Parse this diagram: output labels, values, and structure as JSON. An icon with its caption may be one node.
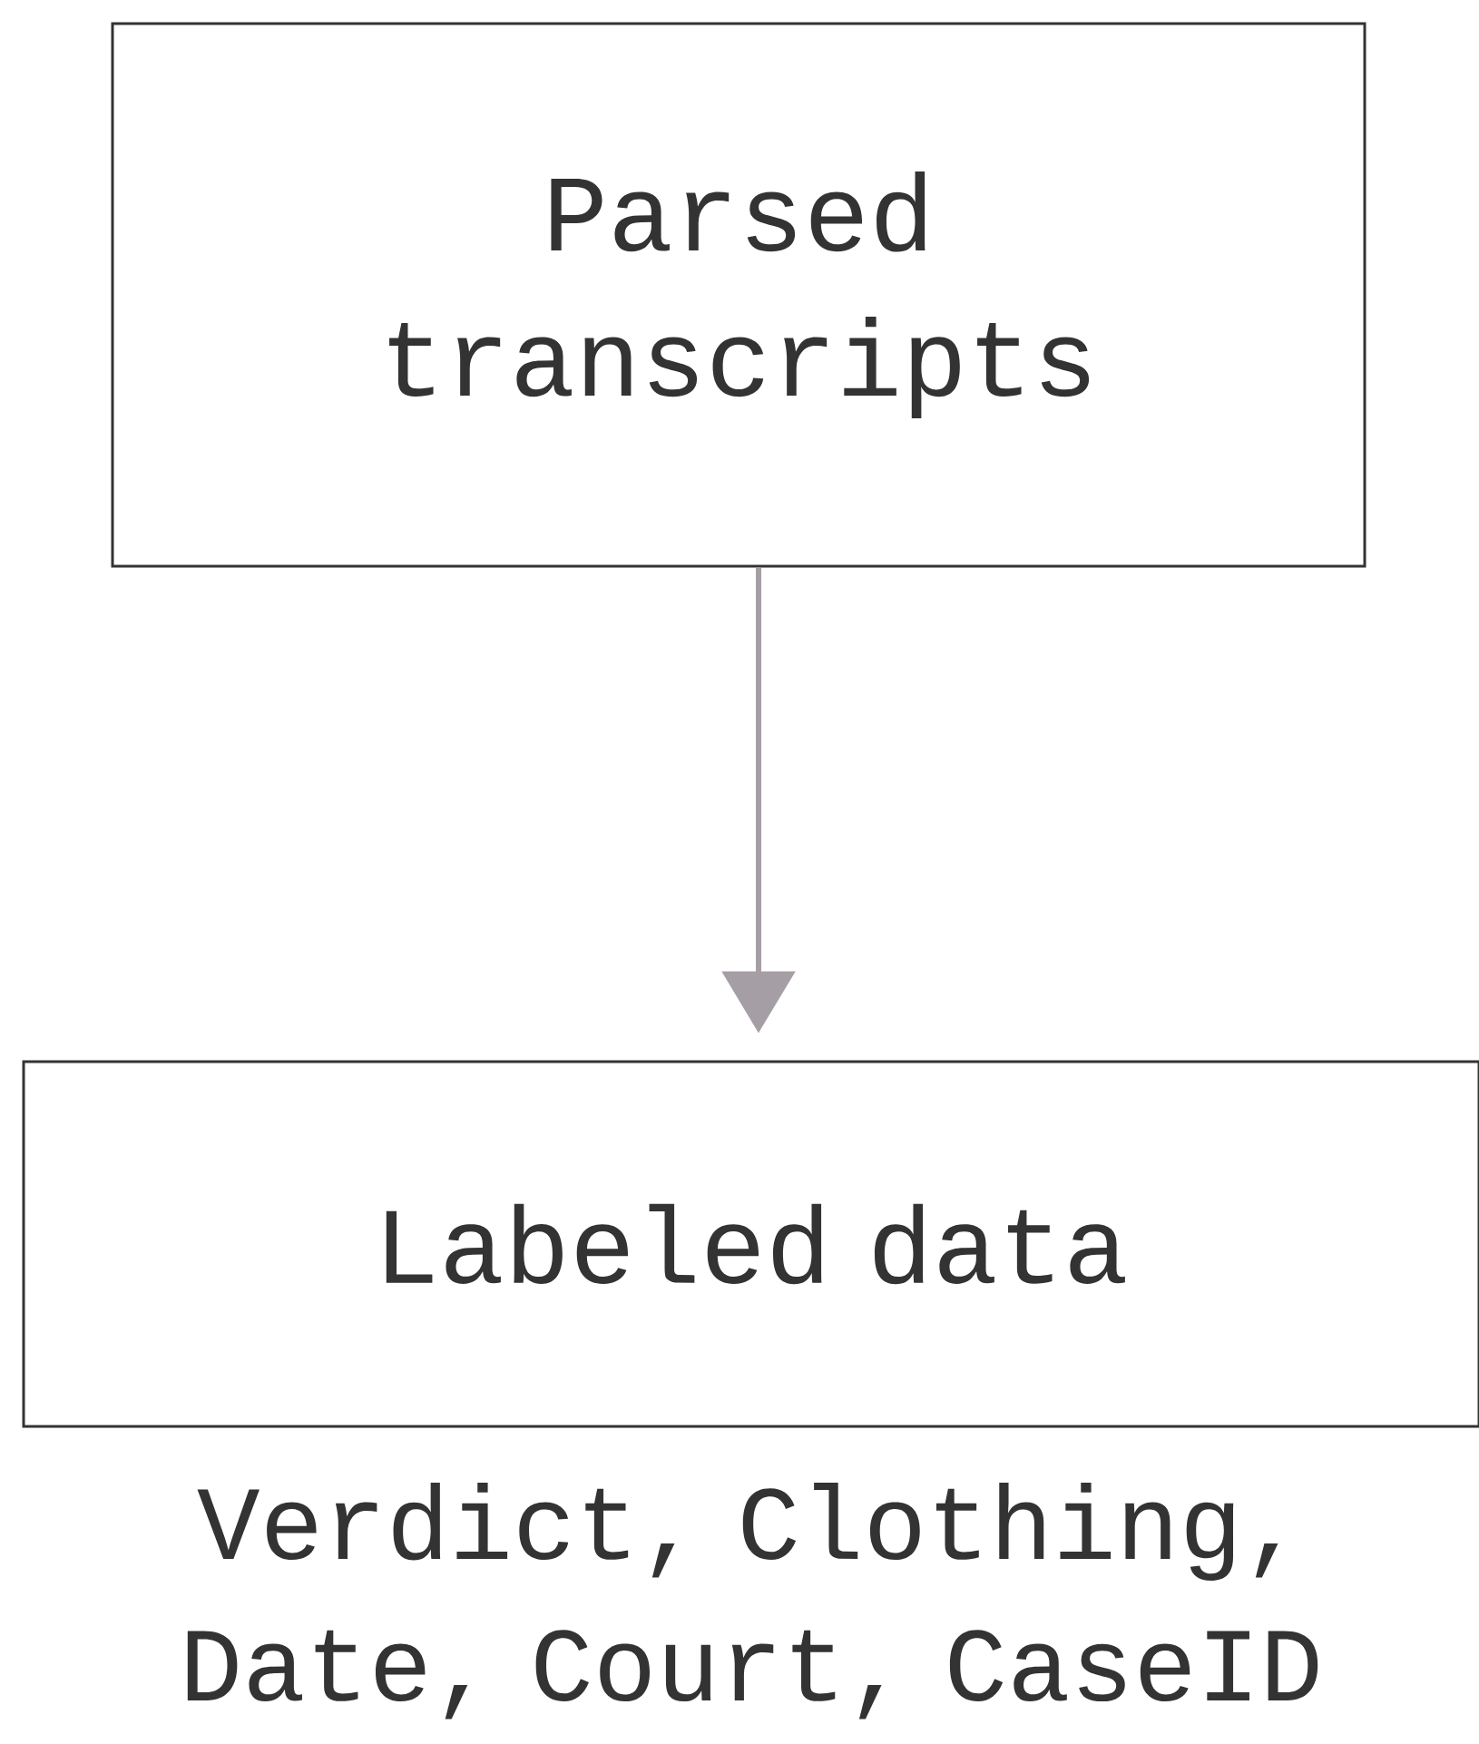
{
  "diagram": {
    "nodes": [
      {
        "text": [
          "Parsed transcripts"
        ]
      },
      {
        "text": [
          "Labeled data"
        ],
        "beside": [
          "Verdict, Clothing, Date, Court, CaseID"
        ]
      }
    ],
    "edges": [
      {
        "from": 0,
        "to": 1,
        "arrow": "to",
        "color": "#a59fa5"
      }
    ]
  }
}
